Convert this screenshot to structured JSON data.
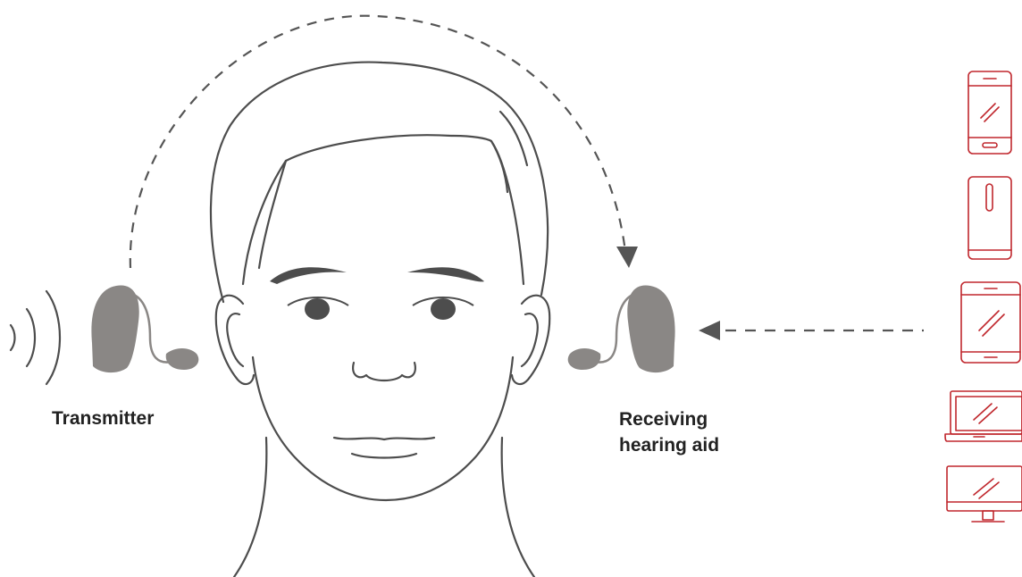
{
  "labels": {
    "transmitter": "Transmitter",
    "receiving_line1": "Receiving",
    "receiving_line2": "hearing aid"
  },
  "colors": {
    "line": "#4d4d4d",
    "hearing_aid": "#8a8785",
    "device_outline": "#c0272d",
    "text": "#222222",
    "arrow": "#555555"
  },
  "icons": [
    "head-illustration-icon",
    "sound-waves-icon",
    "hearing-aid-icon",
    "smartphone-icon",
    "tablet-icon",
    "laptop-icon",
    "monitor-icon"
  ]
}
